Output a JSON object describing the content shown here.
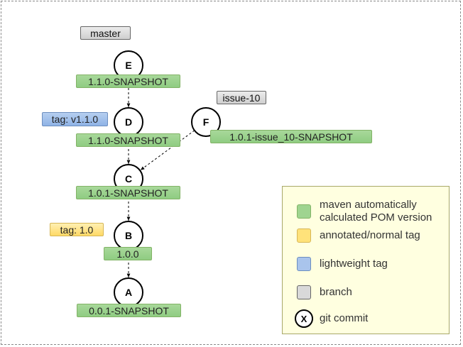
{
  "commits": [
    {
      "id": "E",
      "label": "E"
    },
    {
      "id": "D",
      "label": "D"
    },
    {
      "id": "F",
      "label": "F"
    },
    {
      "id": "C",
      "label": "C"
    },
    {
      "id": "B",
      "label": "B"
    },
    {
      "id": "A",
      "label": "A"
    }
  ],
  "versions": {
    "E": "1.1.0-SNAPSHOT",
    "D": "1.1.0-SNAPSHOT",
    "F": "1.0.1-issue_10-SNAPSHOT",
    "C": "1.0.1-SNAPSHOT",
    "B": "1.0.0",
    "A": "0.0.1-SNAPSHOT"
  },
  "branches": {
    "master": "master",
    "issue10": "issue-10"
  },
  "tags": {
    "lightweight_d": "tag: v1.1.0",
    "annotated_b": "tag: 1.0"
  },
  "edges": [
    {
      "from": "E",
      "to": "D"
    },
    {
      "from": "D",
      "to": "C"
    },
    {
      "from": "F",
      "to": "C"
    },
    {
      "from": "C",
      "to": "B"
    },
    {
      "from": "B",
      "to": "A"
    }
  ],
  "legend": {
    "version_line1": "maven automatically",
    "version_line2": "calculated POM version",
    "annotated_tag": "annotated/normal tag",
    "lightweight_tag": "lightweight tag",
    "branch": "branch",
    "commit_symbol": "X",
    "commit": "git commit"
  },
  "colors": {
    "version": "#9fd490",
    "annotated_tag": "#ffe27a",
    "lightweight_tag": "#a9c4ec",
    "branch": "#d9d9d9",
    "legend_bg": "#ffffe0"
  }
}
